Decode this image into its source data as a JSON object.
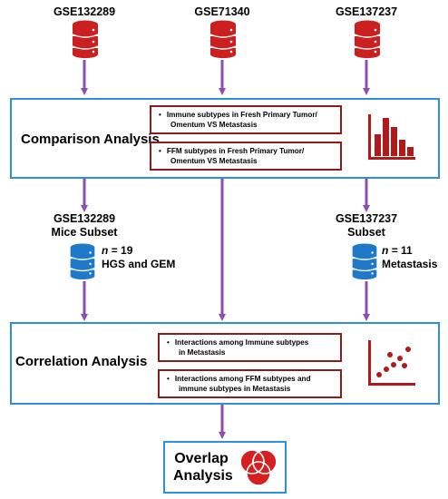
{
  "datasets": {
    "left": "GSE132289",
    "center": "GSE71340",
    "right": "GSE137237"
  },
  "comparison": {
    "title": "Comparison Analysis",
    "items": [
      {
        "line1": "Immune subtypes in Fresh Primary Tumor/",
        "line2": "Omentum VS Metastasis"
      },
      {
        "line1": "FFM subtypes in Fresh Primary Tumor/",
        "line2": "Omentum VS Metastasis"
      }
    ]
  },
  "subsets": {
    "left": {
      "title1": "GSE132289",
      "title2": "Mice Subset",
      "n_label": "n",
      "n_value": "= 19",
      "desc": "HGS and GEM"
    },
    "right": {
      "title1": "GSE137237",
      "title2": "Subset",
      "n_label": "n",
      "n_value": "= 11",
      "desc": "Metastasis"
    }
  },
  "correlation": {
    "title": "Correlation Analysis",
    "items": [
      {
        "line1": "Interactions among Immune subtypes",
        "line2": "in Metastasis"
      },
      {
        "line1": "Interactions among FFM subtypes and",
        "line2": "immune subtypes in Metastasis"
      }
    ]
  },
  "overlap": {
    "line1": "Overlap",
    "line2": "Analysis"
  },
  "colors": {
    "database_red": "#cc1f1f",
    "database_blue": "#1f78c8",
    "panel_border": "#2f8fdc",
    "item_border": "#8c1b1b",
    "arrow": "#8a4fb0"
  },
  "icons": {
    "datasets": "database-icon",
    "subsets": "database-icon",
    "comparison": "bar-chart-icon",
    "correlation": "scatter-plot-icon",
    "overlap": "venn-diagram-icon"
  }
}
